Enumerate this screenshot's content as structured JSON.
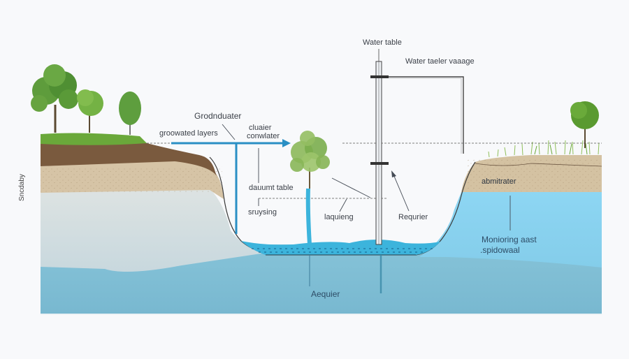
{
  "diagram": {
    "side_label": "Sncdaby",
    "labels": {
      "water_table": "Water table",
      "water_table_gauge": "Water taeler vaaage",
      "groundwater": "Grodnduater",
      "groundwater_layers": "groowated layers",
      "cluster_converter": [
        "cluaier",
        "conwlater"
      ],
      "datum_table": "dauumt table",
      "sruysing": "sruysing",
      "laquieng": "laquieng",
      "requirer": "Requrier",
      "abmitrater": "abmitrater",
      "monitoring": [
        "Monioring aast",
        ".spidowaal"
      ],
      "aquifer": "Aequier"
    },
    "colors": {
      "grass": "#6aa83a",
      "topsoil": "#7a5a3e",
      "sand": "#d6c4a6",
      "clay": "#d4dcdd",
      "aquifer_deep": "#7fbdd3",
      "aquifer_light": "#8fd4f0",
      "water": "#3cb4dc",
      "pipe": "#2a8fc4",
      "line": "#444b55"
    }
  }
}
